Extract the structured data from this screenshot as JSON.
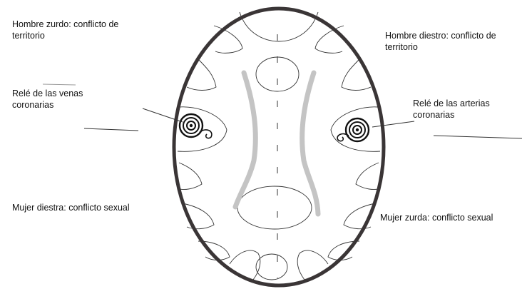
{
  "labels": {
    "top_left": "Hombre zurdo: conflicto de\nterritorio",
    "top_right": "Hombre diestro: conflicto de\nterritorio",
    "mid_left": "Relé de las venas\ncoronarias",
    "mid_right": "Relé de las arterias\ncoronarias",
    "bottom_left": "Mujer diestra: conflicto sexual",
    "bottom_right": "Mujer zurda: conflicto sexual"
  },
  "colors": {
    "outline": "#3a3536",
    "thin_line": "#333333",
    "shade": "#c4c4c4",
    "text": "#111111"
  }
}
